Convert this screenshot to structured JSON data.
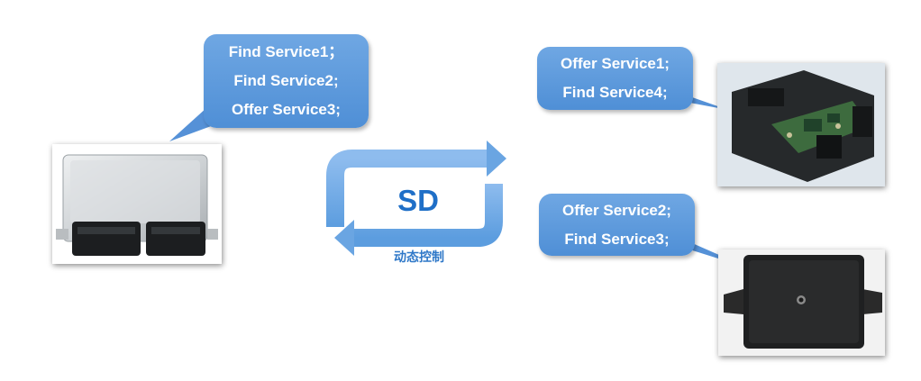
{
  "bubbles": {
    "left": [
      "Find Service1；",
      "Find Service2;",
      "Offer Service3;"
    ],
    "right_top": [
      "Offer Service1;",
      "Find Service4;"
    ],
    "right_bottom": [
      "Offer Service2;",
      "Find Service3;"
    ]
  },
  "center": {
    "label": "SD",
    "sublabel": "动态控制"
  },
  "colors": {
    "bubble": "#5b98dc",
    "arrow": "#6aa5e2",
    "sd_text": "#1f6fc7"
  },
  "images": {
    "left": "engine-ecu-unit",
    "right_top": "ecu-circuit-board",
    "right_bottom": "black-control-box"
  }
}
